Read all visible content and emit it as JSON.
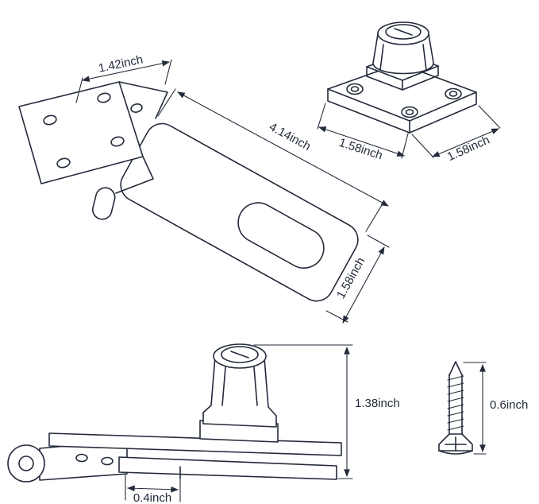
{
  "figure": {
    "type": "product-dimension-diagram",
    "background": "#ffffff",
    "line_color": "#232b3a",
    "views": {
      "hasp_plate": {
        "name": "hasp-plate-perspective",
        "dims": {
          "plate_width": "1.42inch",
          "overall_length": "4.14inch",
          "strap_width": "1.58inch"
        }
      },
      "lock_body": {
        "name": "lock-knob-base",
        "dims": {
          "base_width": "1.58inch",
          "base_depth": "1.58inch"
        }
      },
      "assembled_side": {
        "name": "assembled-side-view",
        "dims": {
          "overall_height": "1.38inch",
          "hinge_offset": "0.4inch"
        }
      },
      "screw": {
        "name": "mounting-screw",
        "dims": {
          "length": "0.6inch"
        }
      }
    }
  }
}
